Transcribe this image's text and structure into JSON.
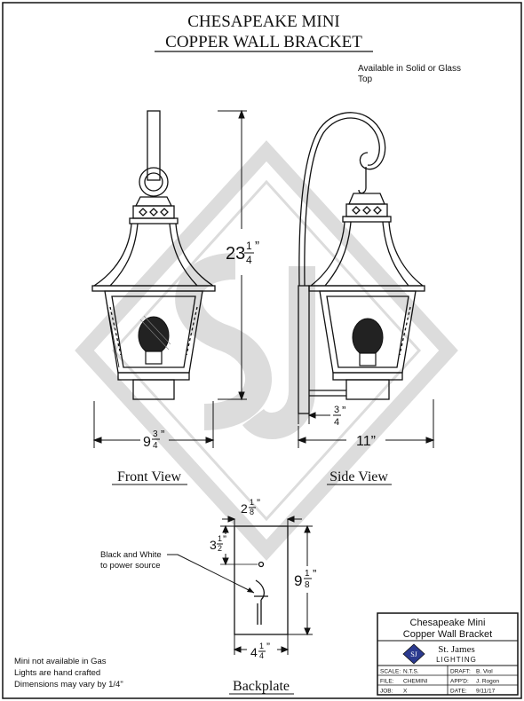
{
  "title": {
    "line1": "CHESAPEAKE MINI",
    "line2": "COPPER WALL BRACKET"
  },
  "note_top": {
    "line1": "Available in Solid or Glass",
    "line2": "Top"
  },
  "front_view": {
    "label": "Front View",
    "height_dim": {
      "whole": "23",
      "num": "1",
      "den": "4",
      "unit": "”"
    },
    "width_dim": {
      "whole": "9",
      "num": "3",
      "den": "4",
      "unit": "”"
    }
  },
  "side_view": {
    "label": "Side View",
    "offset_dim": {
      "num": "3",
      "den": "4",
      "unit": "”"
    },
    "width_dim": {
      "text": "11”"
    }
  },
  "backplate": {
    "label": "Backplate",
    "top_dim": {
      "whole": "2",
      "num": "1",
      "den": "8",
      "unit": "”"
    },
    "left_dim": {
      "whole": "3",
      "num": "1",
      "den": "2",
      "unit": "”"
    },
    "height_dim": {
      "whole": "9",
      "num": "1",
      "den": "8",
      "unit": "”"
    },
    "bottom_dim": {
      "whole": "4",
      "num": "1",
      "den": "4",
      "unit": "”"
    },
    "callout": {
      "line1": "Black and White",
      "line2": "to power source"
    }
  },
  "notes_bottom": [
    "Mini not available in Gas",
    "Lights are hand crafted",
    "Dimensions may vary by 1/4\""
  ],
  "title_block": {
    "name_line1": "Chesapeake Mini",
    "name_line2": "Copper Wall Bracket",
    "company_line1": "St. James",
    "company_line2": "LIGHTING",
    "logo_text": "SJ",
    "rows": [
      {
        "k1": "SCALE:",
        "v1": "N.T.S.",
        "k2": "DRAFT:",
        "v2": "B. Viol"
      },
      {
        "k1": "FILE:",
        "v1": "CHEMINI",
        "k2": "APP'D:",
        "v2": "J. Rogon"
      },
      {
        "k1": "JOB:",
        "v1": "X",
        "k2": "DATE:",
        "v2": "9/11/17"
      }
    ]
  },
  "colors": {
    "ink": "#111111",
    "watermark": "#d9d9d9",
    "logo_blue": "#2b3a8f"
  }
}
